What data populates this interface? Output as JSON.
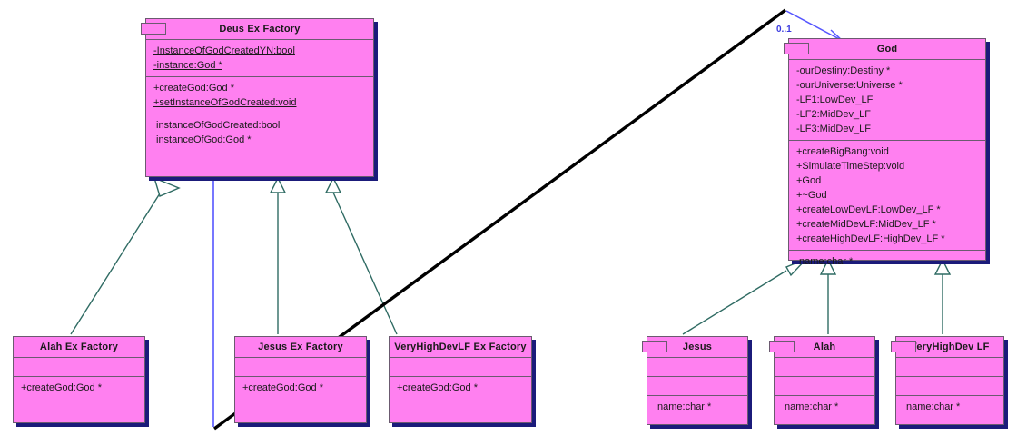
{
  "diagram": {
    "type": "uml-class-diagram",
    "background": "#ffffff",
    "class_fill": "#ff80f0",
    "class_border": "#6b5a70",
    "class_shadow": "#1b1b7a",
    "inheritance_line_color": "#2f6b63",
    "association_line_color": "#5555ff",
    "annotation_line_color": "#000000"
  },
  "classes": {
    "deus_ex_factory": {
      "title": "Deus Ex Factory",
      "attributes": [
        "-InstanceOfGodCreatedYN:bool",
        "-instance:God *"
      ],
      "operations": [
        "+createGod:God *",
        "+setInstanceOfGodCreated:void"
      ],
      "extra": [
        "instanceOfGodCreated:bool",
        "instanceOfGod:God *"
      ]
    },
    "god": {
      "title": "God",
      "attributes": [
        "-ourDestiny:Destiny *",
        "-ourUniverse:Universe *",
        "-LF1:LowDev_LF",
        "-LF2:MidDev_LF",
        "-LF3:MidDev_LF"
      ],
      "operations": [
        "+createBigBang:void",
        "+SimulateTimeStep:void",
        "+God",
        "+~God",
        "+createLowDevLF:LowDev_LF *",
        "+createMidDevLF:MidDev_LF *",
        "+createHighDevLF:HighDev_LF *"
      ],
      "extra": [
        "name:char *"
      ]
    },
    "alah_ex_factory": {
      "title": "Alah Ex Factory",
      "attributes": [],
      "operations": [
        "+createGod:God *"
      ]
    },
    "jesus_ex_factory": {
      "title": "Jesus Ex Factory",
      "attributes": [],
      "operations": [
        "+createGod:God *"
      ]
    },
    "veryhighdevlf_ex_factory": {
      "title": "VeryHighDevLF Ex Factory",
      "attributes": [],
      "operations": [
        "+createGod:God *"
      ]
    },
    "jesus": {
      "title": "Jesus",
      "extra": [
        "name:char *"
      ]
    },
    "alah": {
      "title": "Alah",
      "extra": [
        "name:char *"
      ]
    },
    "veryhighdev_lf": {
      "title": "VeryHighDev LF",
      "extra": [
        "name:char *"
      ]
    }
  },
  "labels": {
    "association_multiplicity": "0..1"
  }
}
